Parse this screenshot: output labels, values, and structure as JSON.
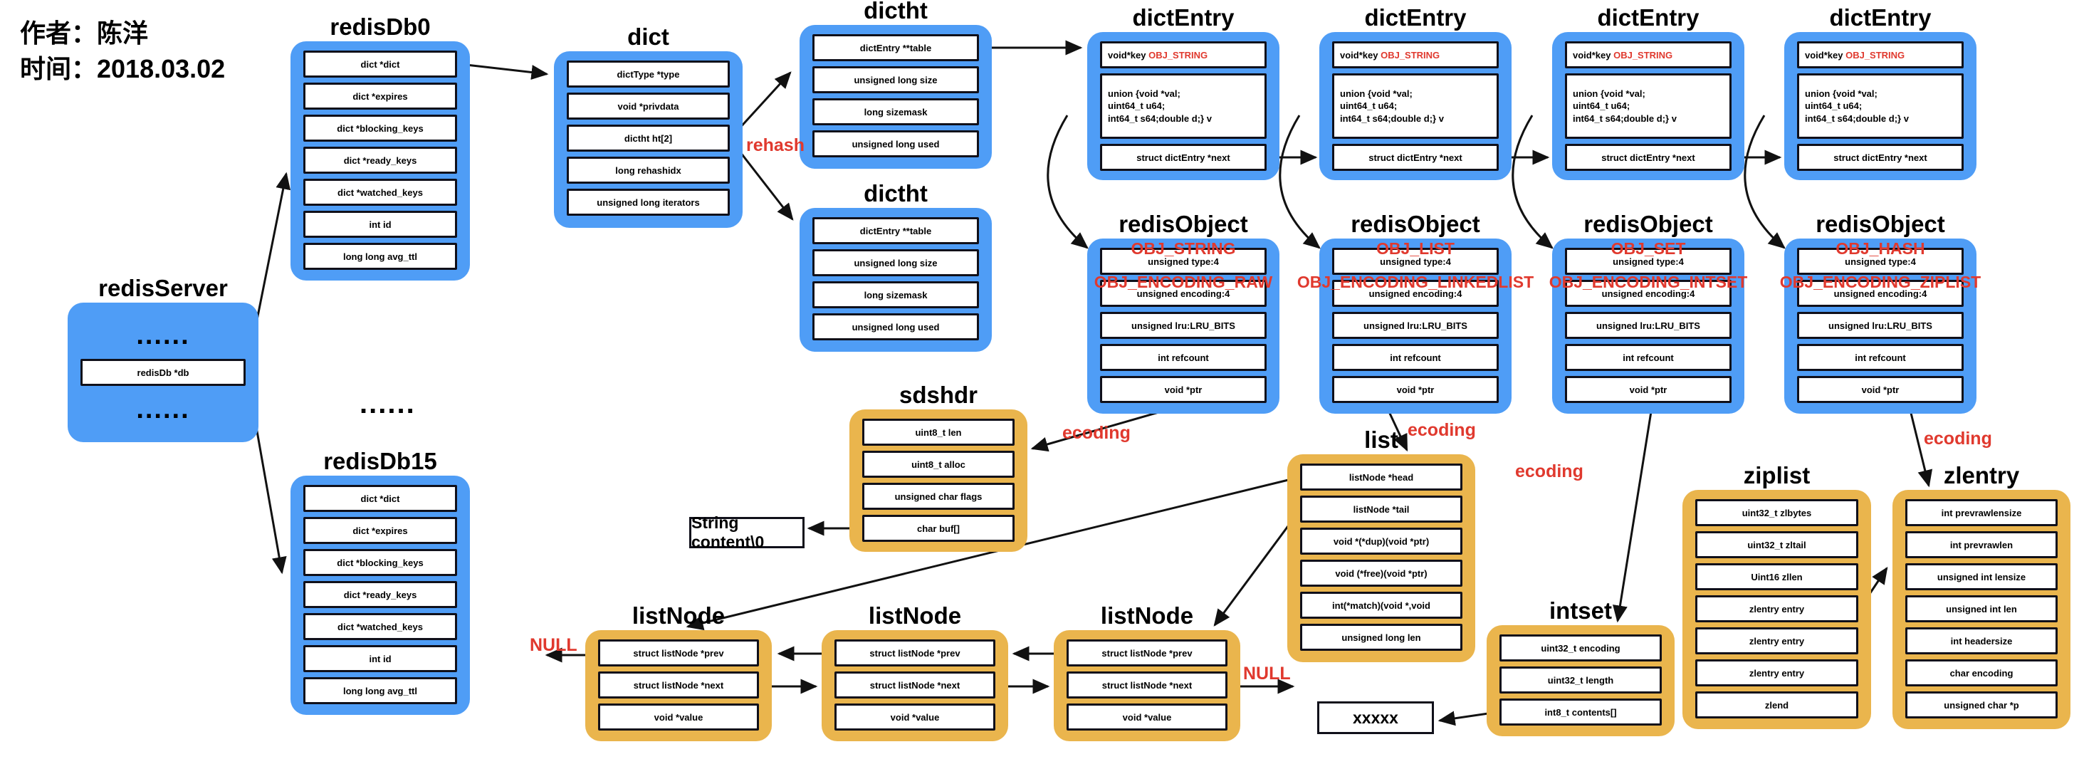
{
  "meta": {
    "author_line": "作者：陈洋",
    "date_line": "时间：2018.03.02"
  },
  "colors": {
    "blue": "#4f9df6",
    "yellow": "#eab54d",
    "red": "#e0392e",
    "row_border": "#10101a"
  },
  "labels": {
    "rehash": "rehash",
    "ecoding": "ecoding",
    "null_label": "NULL",
    "dots": "......"
  },
  "floats": {
    "string_content": "String content\\0",
    "xxxxx": "xxxxx"
  },
  "structs": {
    "redisServer": {
      "title": "redisServer",
      "rows": [
        {
          "dots": "......"
        },
        "redisDb *db",
        {
          "dots": "......"
        }
      ]
    },
    "redisDb0": {
      "title": "redisDb0",
      "rows": [
        "dict *dict",
        "dict *expires",
        "dict *blocking_keys",
        "dict *ready_keys",
        "dict *watched_keys",
        "int id",
        "long long avg_ttl"
      ]
    },
    "redisDb15": {
      "title": "redisDb15",
      "rows": [
        "dict *dict",
        "dict *expires",
        "dict *blocking_keys",
        "dict *ready_keys",
        "dict *watched_keys",
        "int id",
        "long long avg_ttl"
      ]
    },
    "dict": {
      "title": "dict",
      "rows": [
        "dictType *type",
        "void *privdata",
        "dictht ht[2]",
        "long rehashidx",
        "unsigned long iterators"
      ]
    },
    "dictht": {
      "title": "dictht",
      "rows": [
        "dictEntry **table",
        "unsigned long size",
        "long sizemask",
        "unsigned long used"
      ]
    },
    "dictEntry": {
      "title": "dictEntry",
      "rows": [
        {
          "black": "void*key ",
          "red": "OBJ_STRING"
        },
        {
          "lines": [
            "union {void *val;",
            "uint64_t u64;",
            "int64_t s64;double d;} v"
          ]
        },
        "struct dictEntry *next"
      ]
    },
    "redisObjectRows": [
      "unsigned type:4",
      "unsigned encoding:4",
      "unsigned lru:LRU_BITS",
      "int refcount",
      "void *ptr"
    ],
    "redisObjects": [
      {
        "title": "redisObject",
        "type_label": "OBJ_STRING",
        "encoding_label": "OBJ_ENCODING_RAW"
      },
      {
        "title": "redisObject",
        "type_label": "OBJ_LIST",
        "encoding_label": "OBJ_ENCODING_LINKEDLIST"
      },
      {
        "title": "redisObject",
        "type_label": "OBJ_SET",
        "encoding_label": "OBJ_ENCODING_INTSET"
      },
      {
        "title": "redisObject",
        "type_label": "OBJ_HASH",
        "encoding_label": "OBJ_ENCODING_ZIPLIST"
      }
    ],
    "sdshdr": {
      "title": "sdshdr",
      "rows": [
        "uint8_t len",
        "uint8_t alloc",
        "unsigned char flags",
        "char buf[]"
      ]
    },
    "list": {
      "title": "list",
      "rows": [
        "listNode *head",
        "listNode *tail",
        "void *(*dup)(void *ptr)",
        "void (*free)(void *ptr)",
        "int(*match)(void *,void",
        "unsigned long len"
      ]
    },
    "listNode": {
      "title": "listNode",
      "rows": [
        "struct listNode *prev",
        "struct listNode *next",
        "void *value"
      ]
    },
    "intset": {
      "title": "intset",
      "rows": [
        "uint32_t encoding",
        "uint32_t length",
        "int8_t contents[]"
      ]
    },
    "ziplist": {
      "title": "ziplist",
      "rows": [
        "uint32_t zlbytes",
        "uint32_t zltail",
        "Uint16 zllen",
        "zlentry entry",
        "zlentry entry",
        "zlentry entry",
        "zlend"
      ]
    },
    "zlentry": {
      "title": "zlentry",
      "rows": [
        "int prevrawlensize",
        "int prevrawlen",
        "unsigned int lensize",
        "unsigned int len",
        "int headersize",
        "char encoding",
        "unsigned char *p"
      ]
    }
  }
}
